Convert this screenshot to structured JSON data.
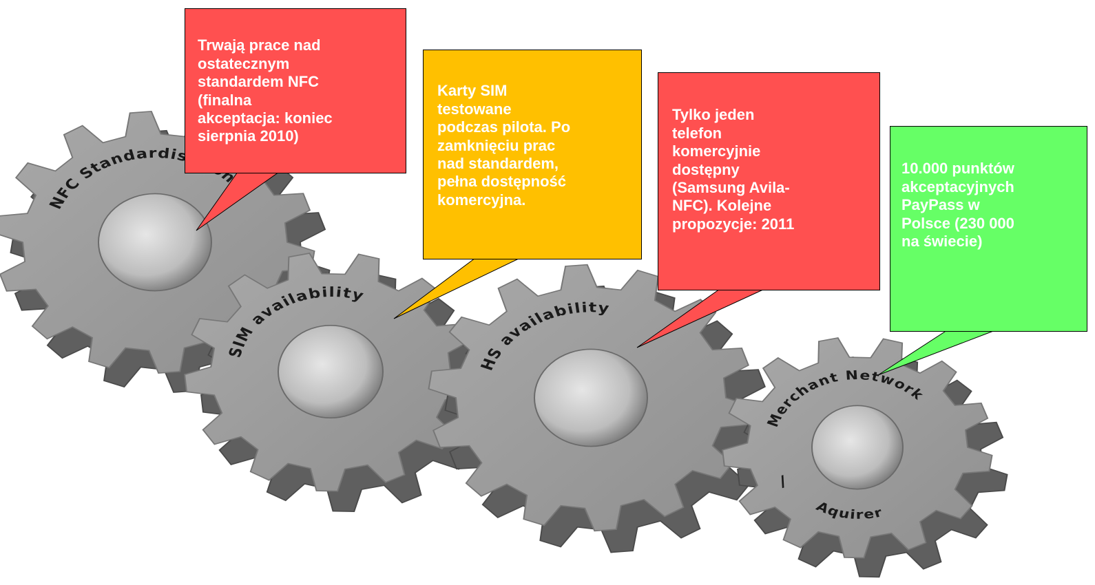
{
  "gears": [
    {
      "id": "nfc",
      "label": "NFC Standardisation"
    },
    {
      "id": "sim",
      "label": "SIM availability"
    },
    {
      "id": "hs",
      "label": "HS availability"
    },
    {
      "id": "merchant",
      "label": "Merchant Network",
      "bottom_label": "Aquirer",
      "separator": "/"
    }
  ],
  "callouts": [
    {
      "id": "nfc",
      "text": "Trwają prace nad\nostatecznym\nstandardem NFC\n(finalna\nakceptacja: koniec\nsierpnia 2010)",
      "color": "#ff5050"
    },
    {
      "id": "sim",
      "text": "Karty SIM\ntestowane\npodczas pilota. Po\nzamknięciu prac\nnad standardem,\npełna dostępność\nkomercyjna.",
      "color": "#ffc000"
    },
    {
      "id": "hs",
      "text": "Tylko jeden\ntelefon\nkomercyjnie\ndostępny\n(Samsung Avila-\nNFC). Kolejne\npropozycje: 2011",
      "color": "#ff5050"
    },
    {
      "id": "merchant",
      "text": "10.000 punktów\nakceptacyjnych\nPayPass w\nPolsce (230 000\nna świecie)",
      "color": "#66ff66"
    }
  ]
}
